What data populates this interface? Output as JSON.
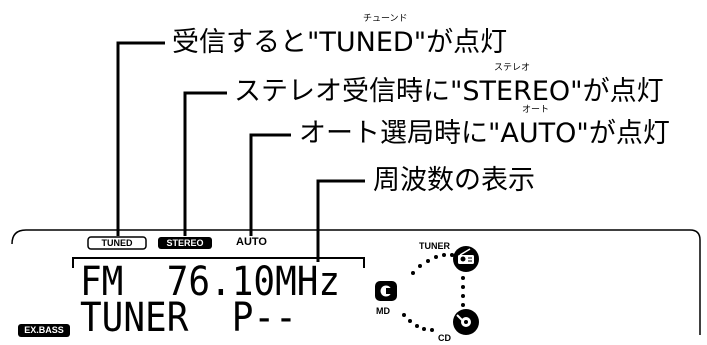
{
  "callouts": [
    {
      "text": "受信すると\"TUNED\"が点灯",
      "ruby": "チューンド"
    },
    {
      "text": "ステレオ受信時に\"STEREO\"が点灯",
      "ruby": "ステレオ"
    },
    {
      "text": "オート選局時に\"AUTO\"が点灯",
      "ruby": "オート"
    },
    {
      "text": "周波数の表示"
    }
  ],
  "display": {
    "indicators": {
      "tuned": "TUNED",
      "stereo": "STEREO",
      "auto": "AUTO"
    },
    "line1": "FM  76.10MHz",
    "line2": "TUNER  P--",
    "exbass": "EX.BASS",
    "sources": {
      "tuner": "TUNER",
      "md": "MD",
      "cd": "CD"
    }
  }
}
